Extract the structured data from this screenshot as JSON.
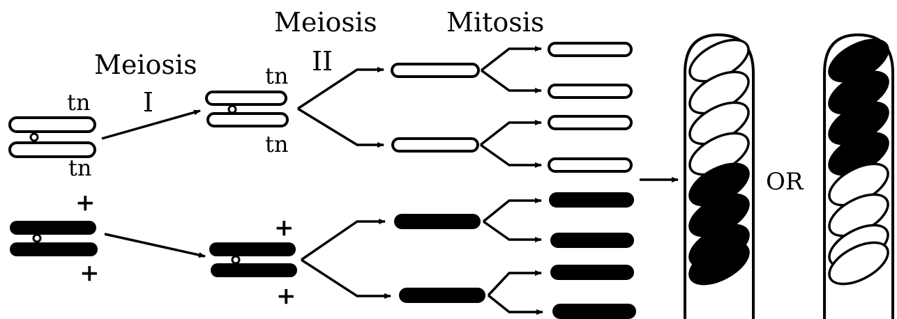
{
  "labels": {
    "meiosis_i_word": "Meiosis",
    "meiosis_i_num": "I",
    "meiosis_ii_word": "Meiosis",
    "meiosis_ii_num": "II",
    "mitosis": "Mitosis",
    "or": "OR"
  },
  "marks": {
    "mutant": "tn",
    "wild": "+"
  },
  "colors": {
    "mutant_fill": "#ffffff",
    "wild_fill": "#000000",
    "stroke": "#000000"
  }
}
